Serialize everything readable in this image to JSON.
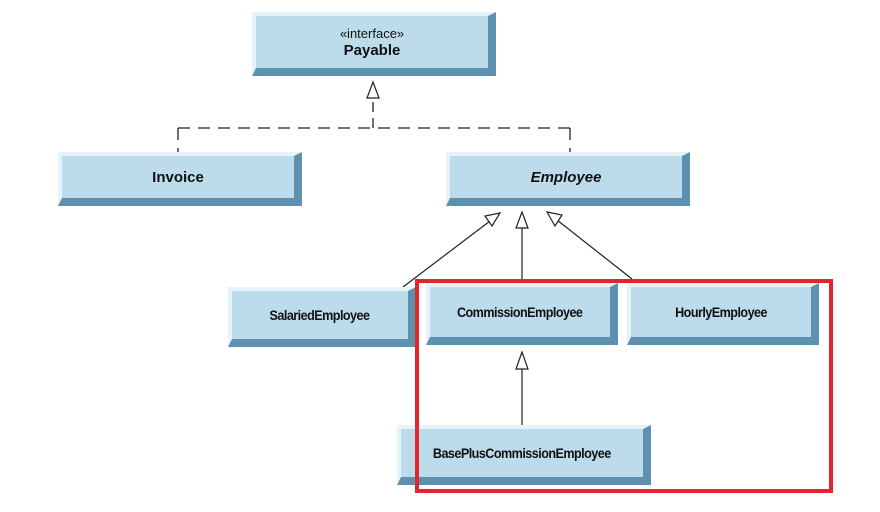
{
  "diagram": {
    "payable": {
      "stereotype": "«interface»",
      "name": "Payable"
    },
    "invoice": {
      "name": "Invoice"
    },
    "employee": {
      "name": "Employee"
    },
    "salaried": {
      "name": "SalariedEmployee"
    },
    "commission": {
      "name": "CommissionEmployee"
    },
    "hourly": {
      "name": "HourlyEmployee"
    },
    "base_plus": {
      "name": "BasePlusCommissionEmployee"
    }
  },
  "colors": {
    "box_fill": "#bcdcec",
    "highlight": "#e3262e"
  }
}
